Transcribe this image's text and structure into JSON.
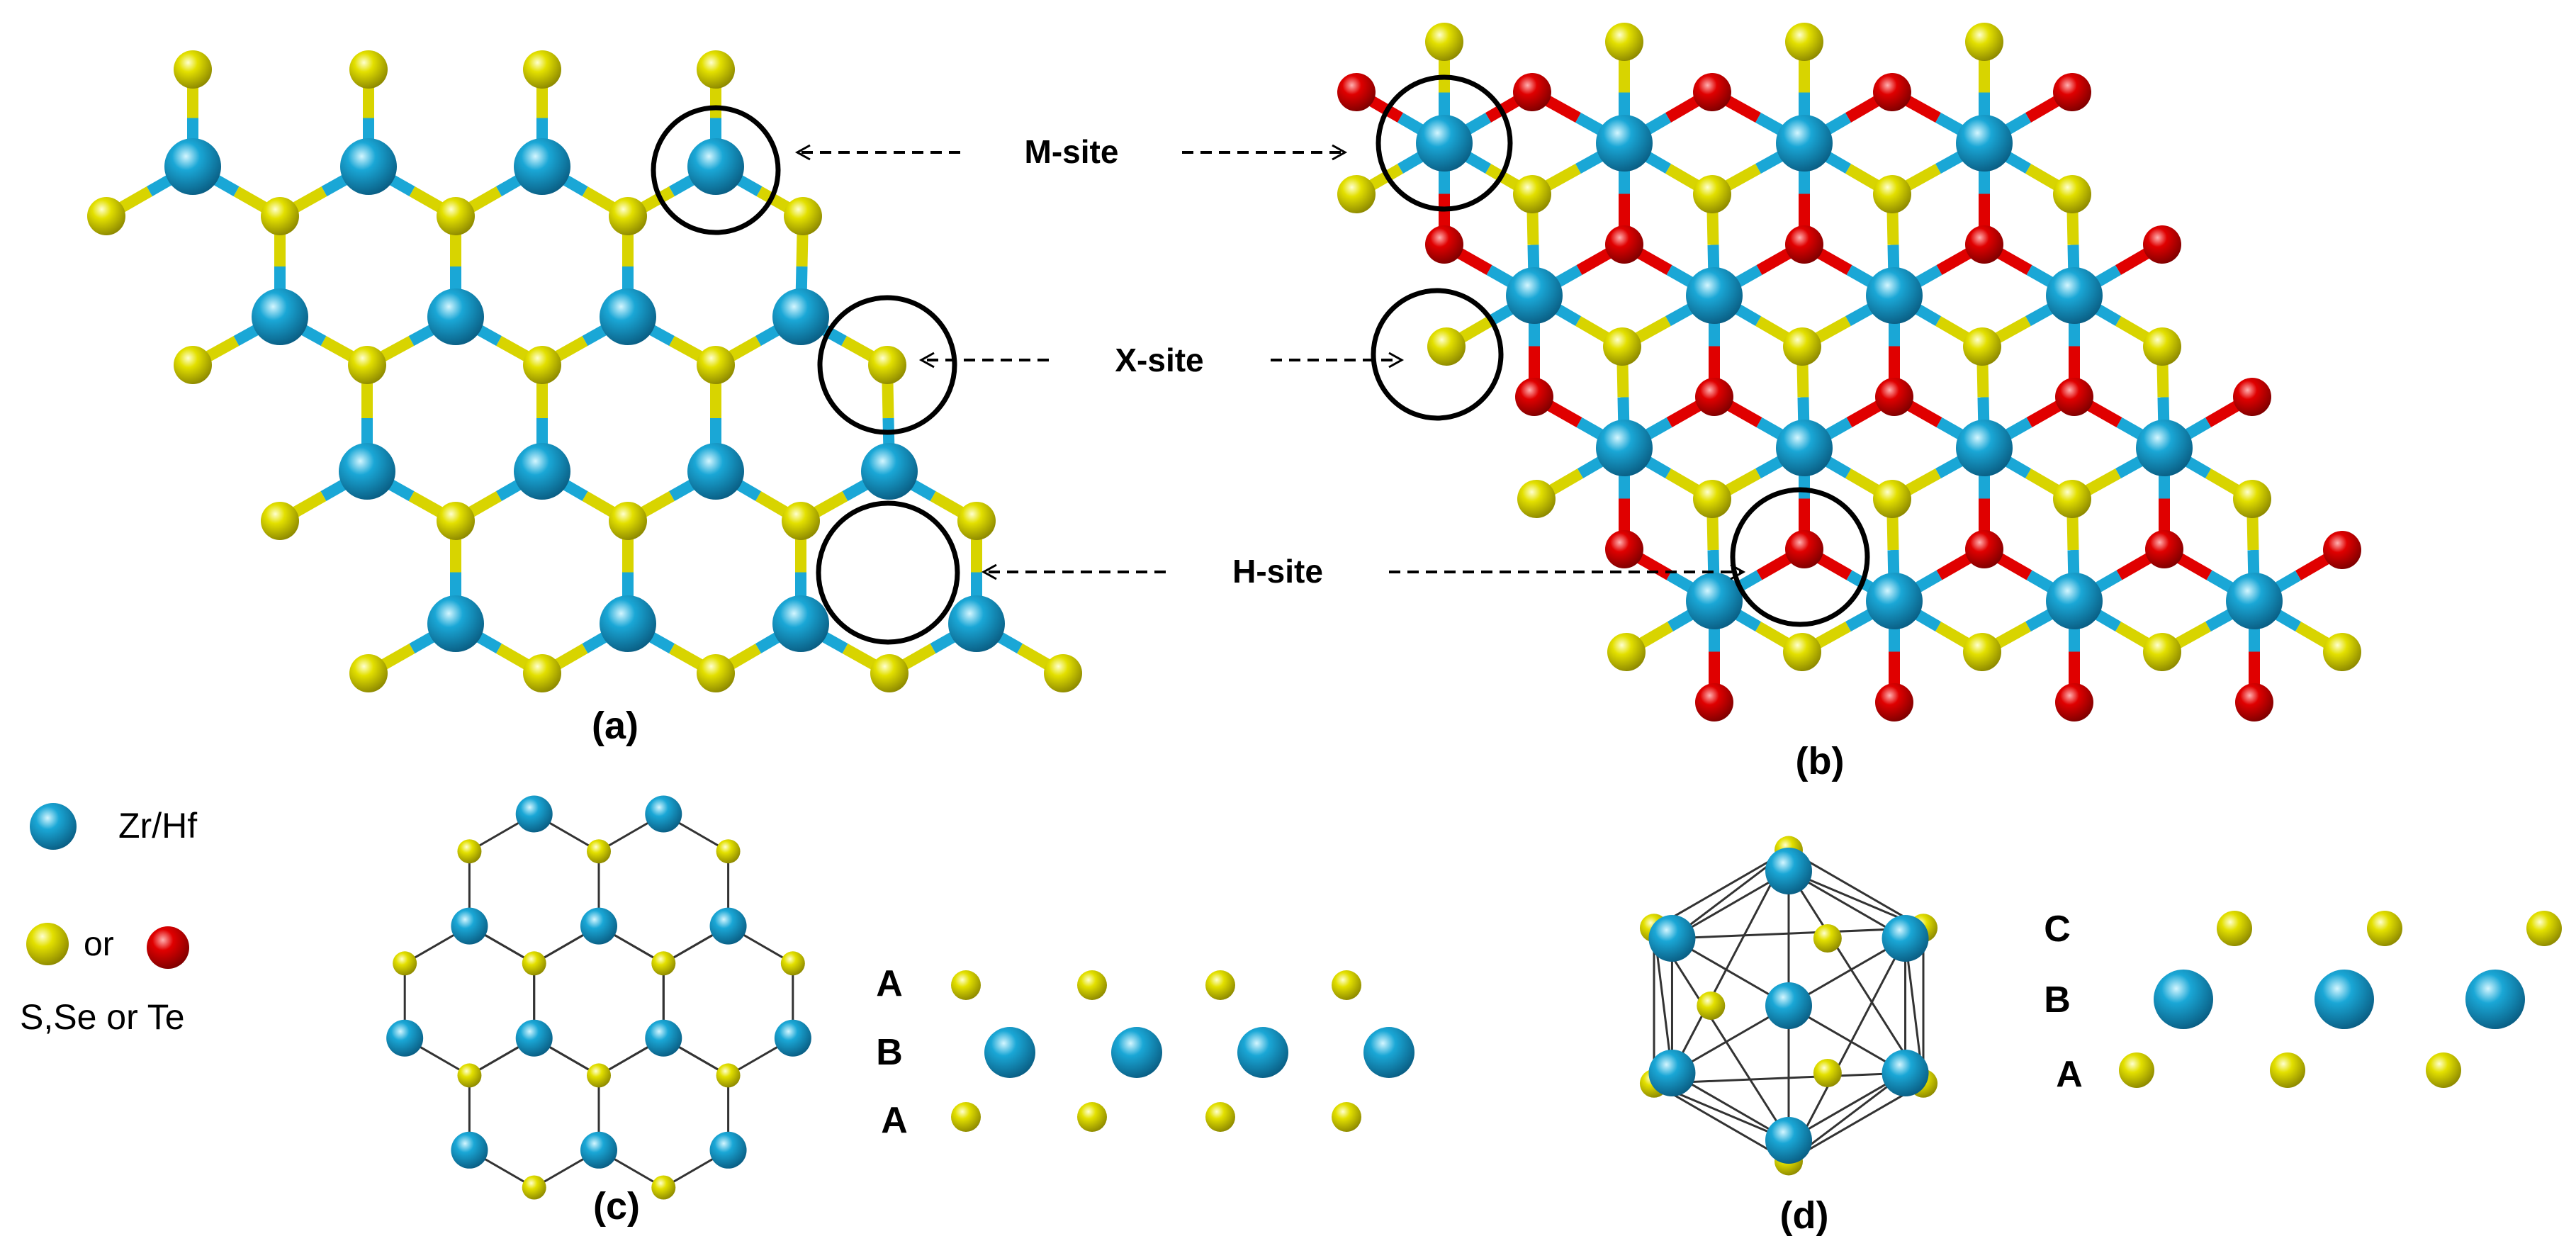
{
  "colors": {
    "metal": "#1aa7d6",
    "metal_highlight": "#d4f6ff",
    "chalcogen": "#e3e000",
    "chalcogen_highlight": "#ffffd0",
    "chalcogen_alt": "#e00000",
    "chalcogen_alt_highlight": "#ffb0b0"
  },
  "panel_labels": {
    "a": "(a)",
    "b": "(b)",
    "c": "(c)",
    "d": "(d)"
  },
  "sites": {
    "m_site": "M-site",
    "x_site": "X-site",
    "h_site": "H-site"
  },
  "legend": {
    "metal_label": "Zr/Hf",
    "or_label": "or",
    "chalcogen_label": "S,Se or Te"
  },
  "stacking_c": {
    "top": "A",
    "middle": "B",
    "bottom": "A"
  },
  "stacking_d": {
    "top": "C",
    "middle": "B",
    "bottom": "A"
  }
}
